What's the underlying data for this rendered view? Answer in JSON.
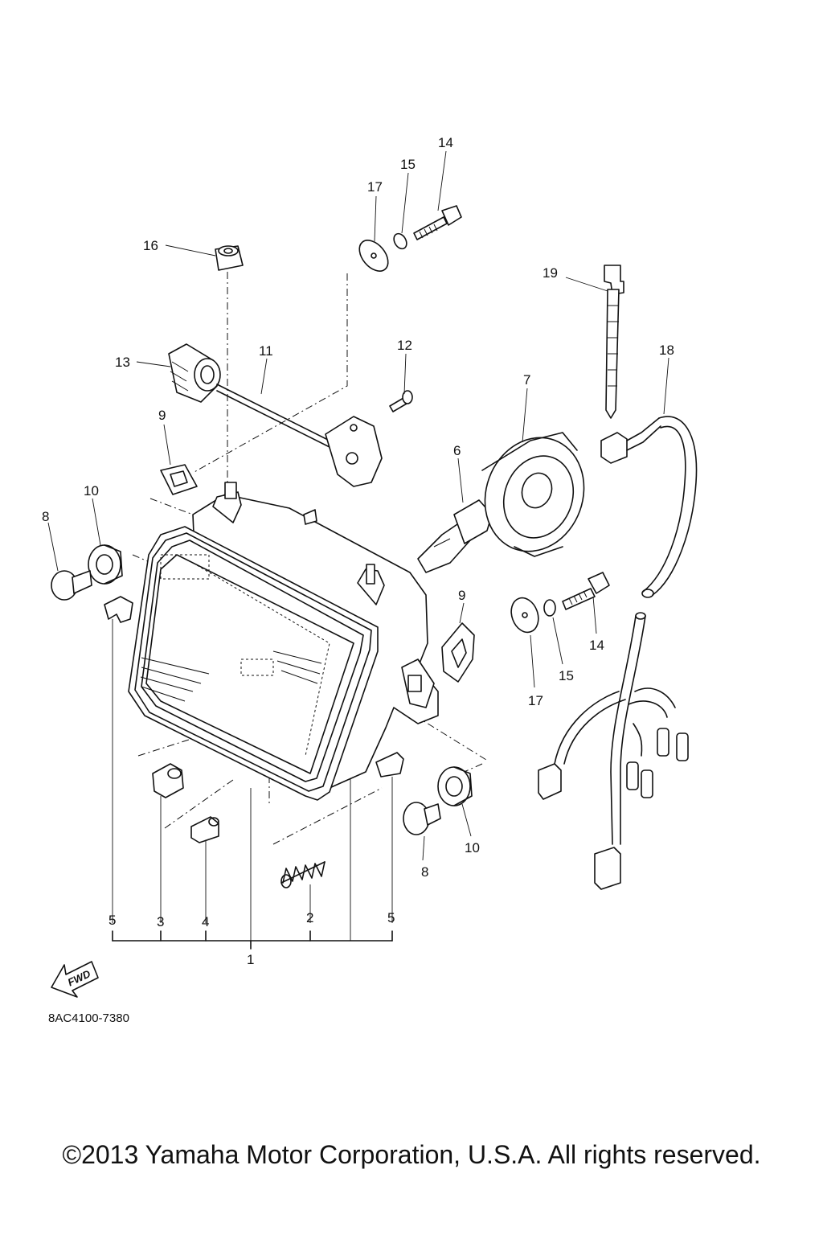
{
  "diagram": {
    "callouts": {
      "c1": "1",
      "c2": "2",
      "c3": "3",
      "c4": "4",
      "c5a": "5",
      "c5b": "5",
      "c6": "6",
      "c7": "7",
      "c8a": "8",
      "c8b": "8",
      "c9a": "9",
      "c9b": "9",
      "c10a": "10",
      "c10b": "10",
      "c11": "11",
      "c12": "12",
      "c13": "13",
      "c14a": "14",
      "c14b": "14",
      "c15a": "15",
      "c15b": "15",
      "c16": "16",
      "c17a": "17",
      "c17b": "17",
      "c18": "18",
      "c19": "19"
    },
    "fwd_label": "FWD",
    "diagram_code": "8AC4100-7380"
  },
  "footer": {
    "copyright": "©2013 Yamaha Motor Corporation, U.S.A. All rights reserved."
  }
}
